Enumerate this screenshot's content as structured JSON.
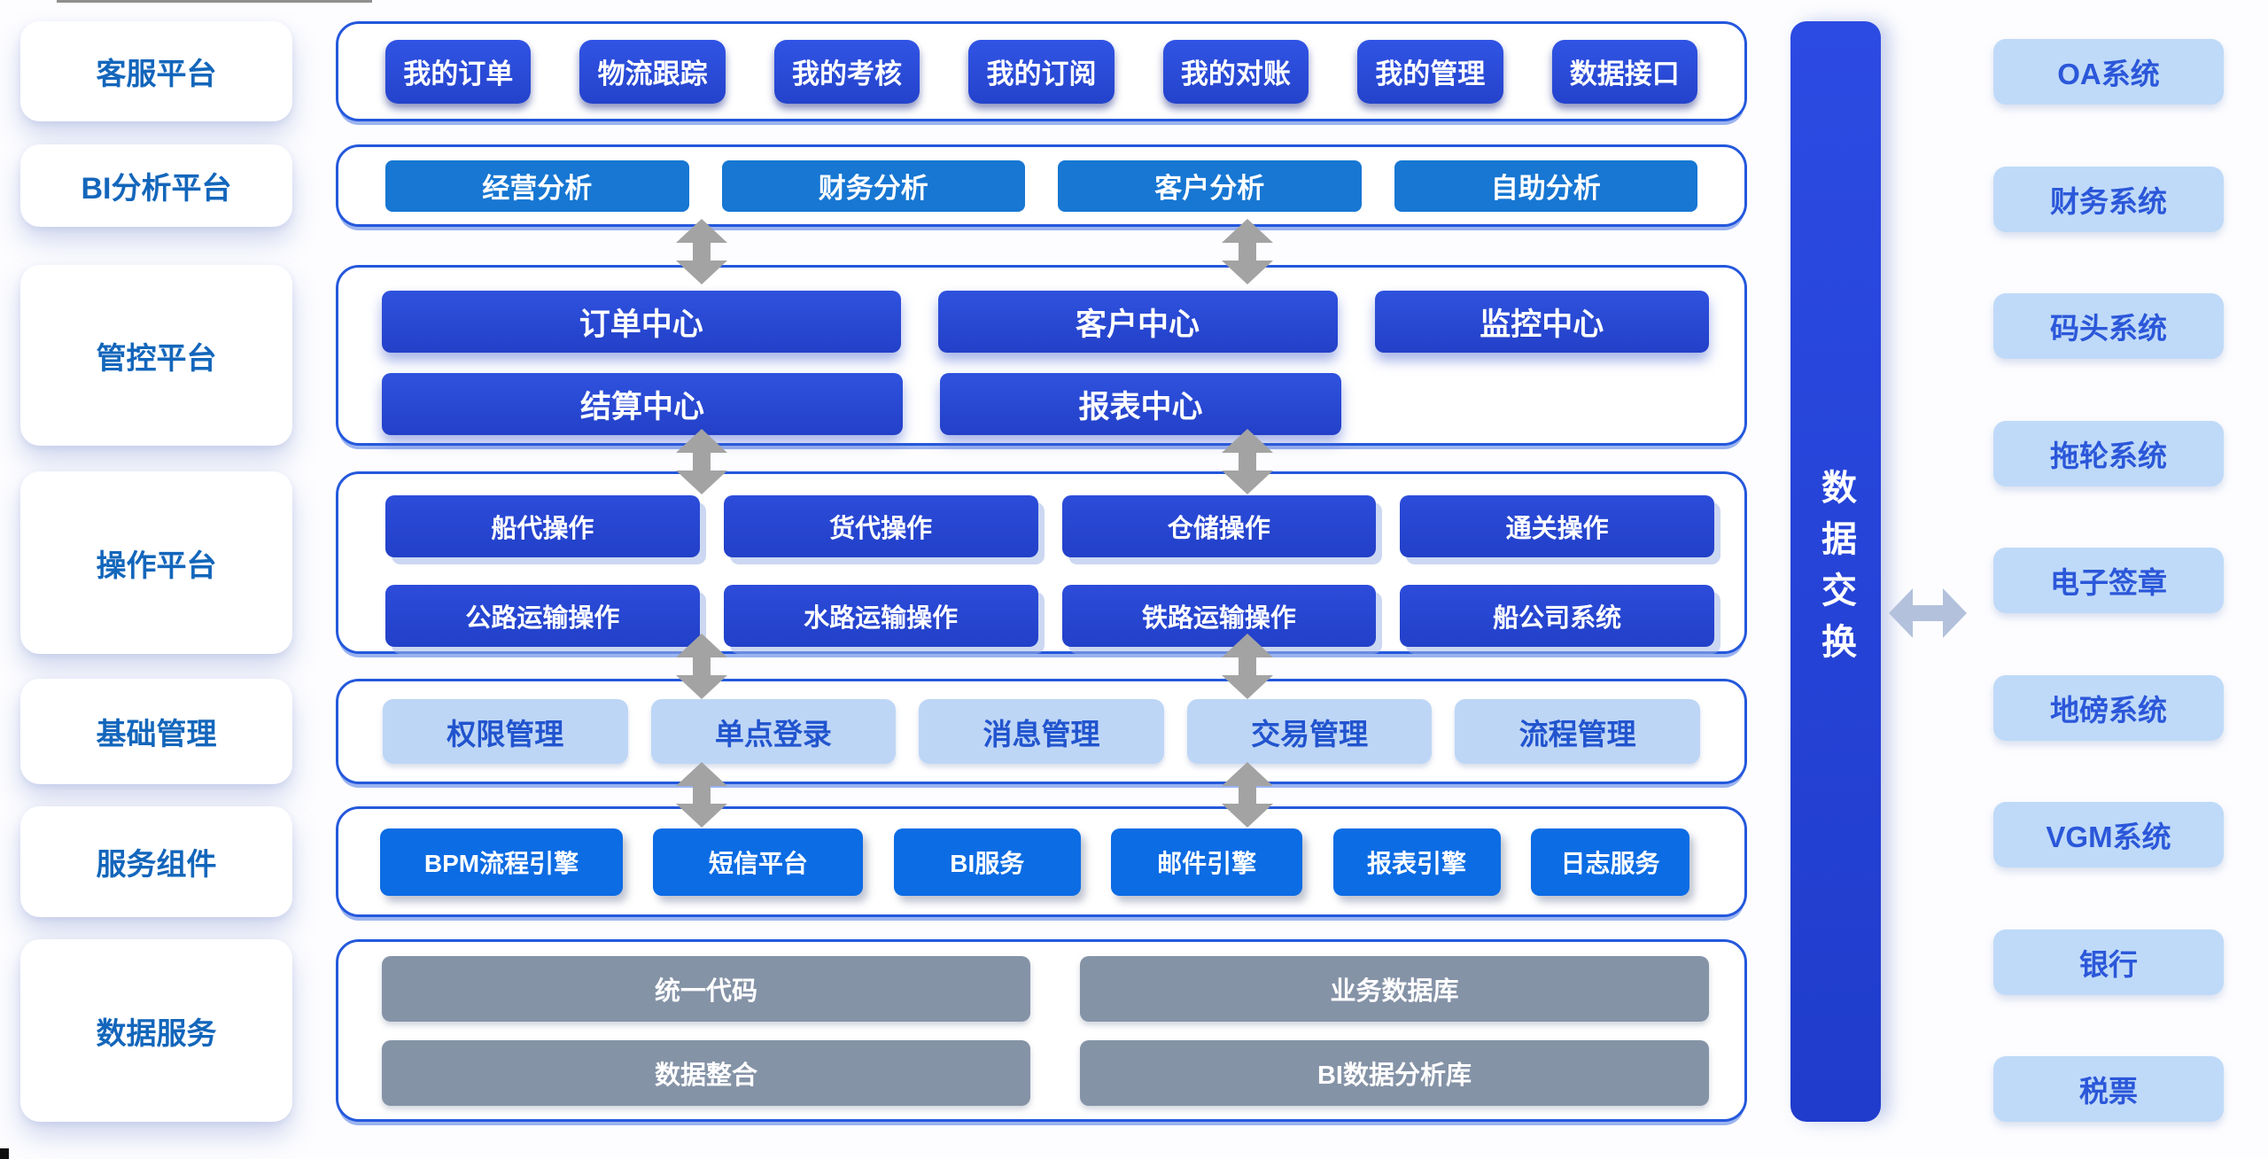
{
  "sections": [
    {
      "label": "客服平台",
      "items": [
        "我的订单",
        "物流跟踪",
        "我的考核",
        "我的订阅",
        "我的对账",
        "我的管理",
        "数据接口"
      ]
    },
    {
      "label": "BI分析平台",
      "items": [
        "经营分析",
        "财务分析",
        "客户分析",
        "自助分析"
      ]
    },
    {
      "label": "管控平台",
      "rows": [
        [
          "订单中心",
          "客户中心",
          "监控中心"
        ],
        [
          "结算中心",
          "报表中心"
        ]
      ]
    },
    {
      "label": "操作平台",
      "rows": [
        [
          "船代操作",
          "货代操作",
          "仓储操作",
          "通关操作"
        ],
        [
          "公路运输操作",
          "水路运输操作",
          "铁路运输操作",
          "船公司系统"
        ]
      ]
    },
    {
      "label": "基础管理",
      "items": [
        "权限管理",
        "单点登录",
        "消息管理",
        "交易管理",
        "流程管理"
      ]
    },
    {
      "label": "服务组件",
      "items": [
        "BPM流程引擎",
        "短信平台",
        "BI服务",
        "邮件引擎",
        "报表引擎",
        "日志服务"
      ]
    },
    {
      "label": "数据服务",
      "rows": [
        [
          "统一代码",
          "业务数据库"
        ],
        [
          "数据整合",
          "BI数据分析库"
        ]
      ]
    }
  ],
  "data_exchange": {
    "label": "数据交换"
  },
  "external_systems": [
    "OA系统",
    "财务系统",
    "码头系统",
    "拖轮系统",
    "电子签章",
    "地磅系统",
    "VGM系统",
    "银行",
    "税票"
  ],
  "icons": {
    "vertical_arrows": "double-arrow-vertical-icon",
    "horizontal_arrow": "double-arrow-horizontal-icon"
  },
  "colors": {
    "row_border": "#2458DC",
    "dark_blue_button": "#2A4AD6",
    "azure_button": "#1777D3",
    "royal_button": "#2846D4",
    "light_blue_button": "#BED6F6",
    "bright_blue_button": "#0C6CE4",
    "gray_button": "#8593A7",
    "external_panel": "#BFDAF8",
    "exchange_bar": "#2444DC",
    "left_label_text": "#1366BB",
    "external_text": "#2B57D9",
    "light_button_text": "#2154CE",
    "vertical_arrow": "#A3A3A3",
    "horizontal_arrow": "#B3C1DC"
  }
}
